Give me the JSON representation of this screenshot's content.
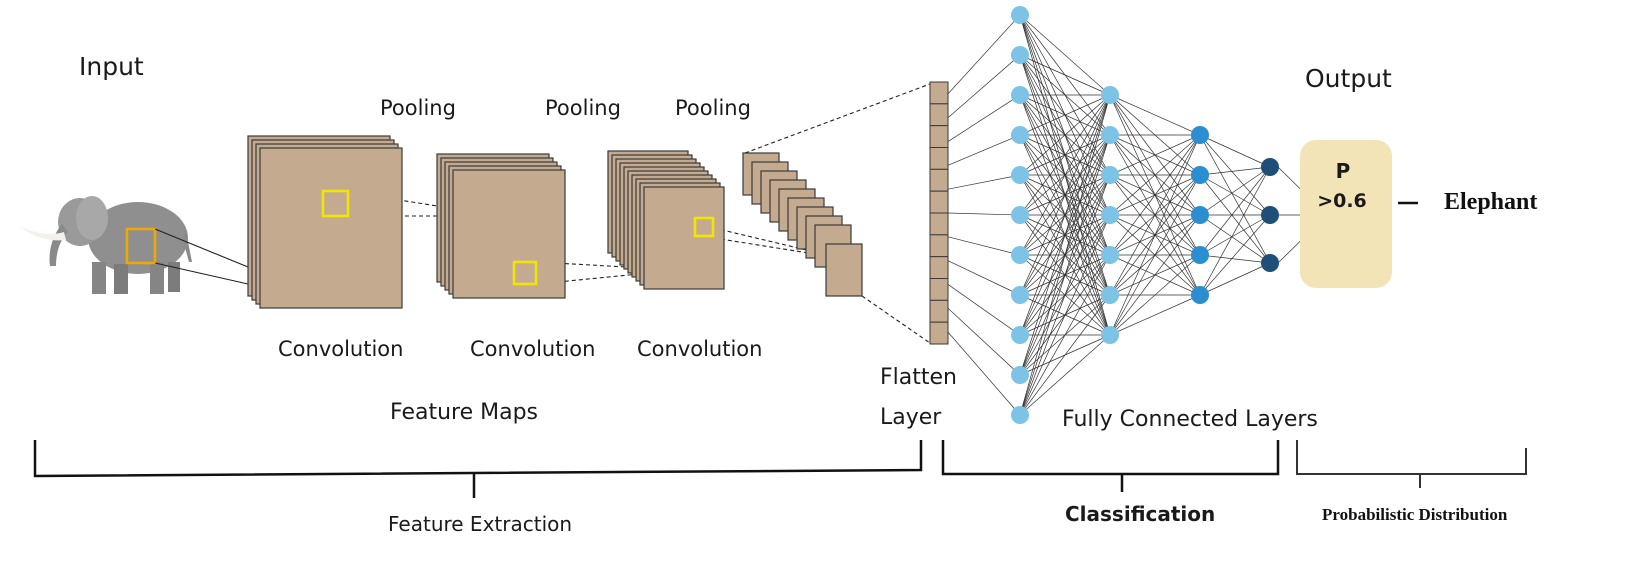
{
  "labels": {
    "input": "Input",
    "output": "Output",
    "pooling_1": "Pooling",
    "pooling_2": "Pooling",
    "pooling_3": "Pooling",
    "convolution_1": "Convolution",
    "convolution_2": "Convolution",
    "convolution_3": "Convolution",
    "feature_maps": "Feature Maps",
    "flatten": "Flatten",
    "layer": "Layer",
    "fully_connected": "Fully Connected Layers",
    "feature_extraction": "Feature Extraction",
    "classification": "Classification",
    "probabilistic_distribution": "Probabilistic Distribution",
    "prob_p": "P",
    "prob_threshold": ">0.6",
    "prediction": "Elephant"
  },
  "network": {
    "layer_sizes": [
      11,
      7,
      5,
      3
    ],
    "flatten_cells": 12
  },
  "colors": {
    "feature_map": "#c4ab8f",
    "feature_map_edge": "#3a3a3a",
    "kernel": "#f2e600",
    "node_light": "#7cc3e6",
    "node_mid": "#2a8ed0",
    "node_dark": "#1f4e79",
    "output_box": "#f3e4b8",
    "icon": "#8f8f8f"
  },
  "icons": {
    "input_image": "elephant-icon"
  }
}
